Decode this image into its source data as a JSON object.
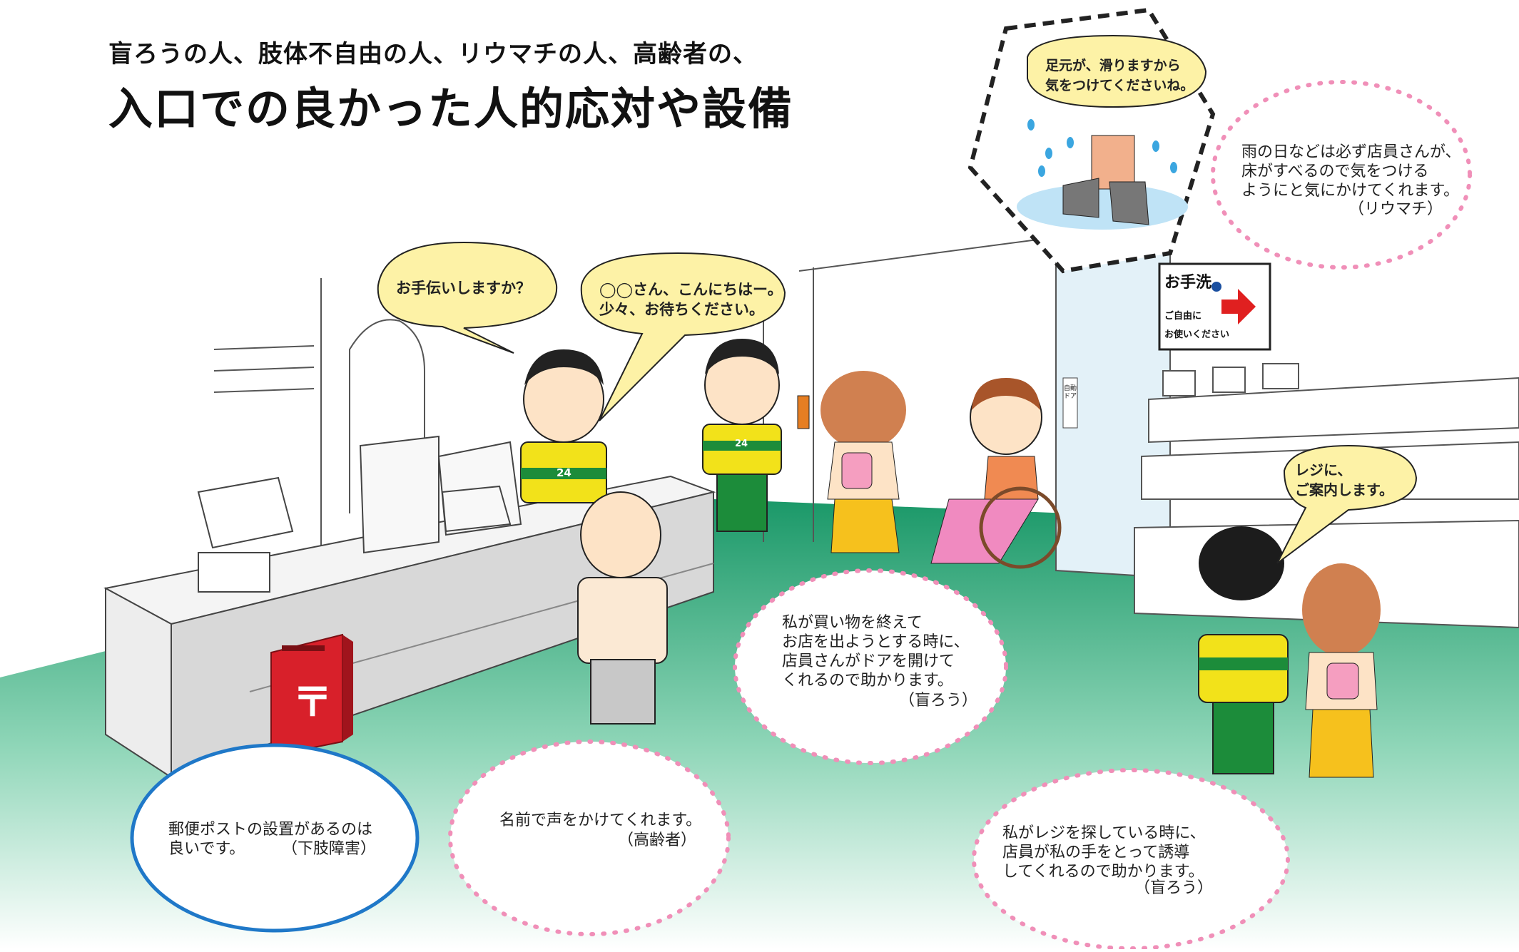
{
  "title": {
    "line1": "盲ろうの人、肢体不自由の人、リウマチの人、高齢者の、",
    "line2": "入口での良かった人的応対や設備"
  },
  "speech": {
    "help": "お手伝いしますか？",
    "greet": "◯◯さん、こんにちはー。\n少々、お待ちください。",
    "slip": "足元が、滑りますから\n気をつけてくださいね。",
    "register": "レジに、\nご案内します。"
  },
  "notes": {
    "rain": {
      "text": "雨の日などは必ず店員さんが、\n床がすべるので気をつける\nようにと気にかけてくれます。",
      "source": "（リウマチ）"
    },
    "door": {
      "text": "私が買い物を終えて\nお店を出ようとする時に、\n店員さんがドアを開けて\nくれるので助かります。",
      "source": "（盲ろう）"
    },
    "post": {
      "text": "郵便ポストの設置があるのは\n良いです。",
      "source": "（下肢障害）"
    },
    "name": {
      "text": "名前で声をかけてくれます。",
      "source": "（高齢者）"
    },
    "guide": {
      "text": "私がレジを探している時に、\n店員が私の手をとって誘導\nしてくれるので助かります。",
      "source": "（盲ろう）"
    }
  },
  "sign": {
    "toilet": "お手洗",
    "line2": "ご自由に",
    "line3": "お使いください"
  },
  "badge": "24",
  "post_mark": "〒",
  "door_label": "自動ドア",
  "colors": {
    "floor": "#1f9a6a",
    "shirt": "#f2e21a",
    "pants": "#1c8c3a",
    "post": "#d8202a",
    "bubble": "#fdf2a6",
    "dots": "#f08fb8",
    "blue_ring": "#1f78c8"
  }
}
